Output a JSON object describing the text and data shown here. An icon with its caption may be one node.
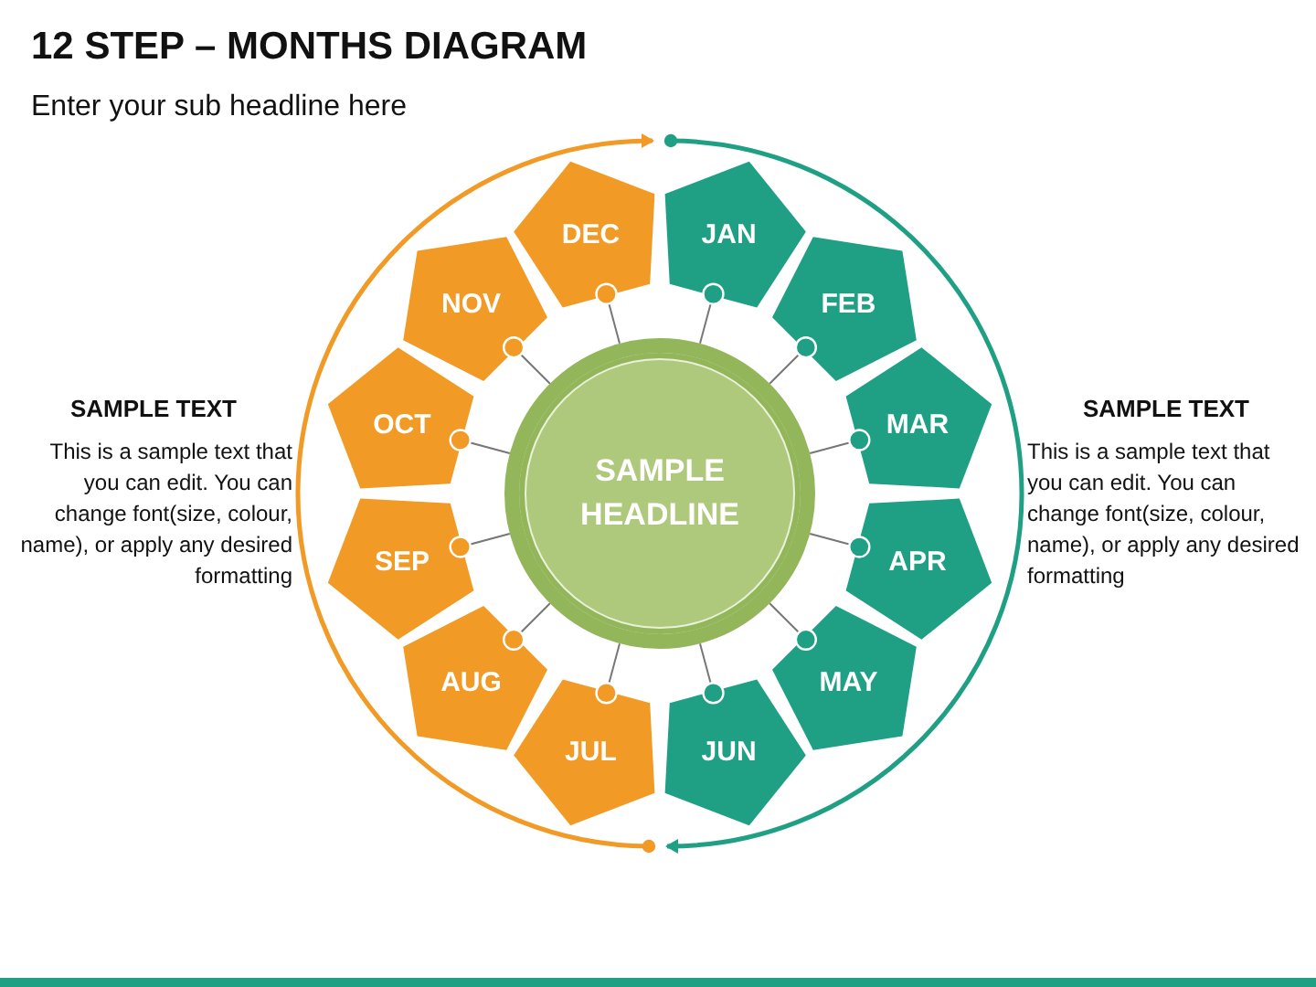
{
  "diagram": {
    "title": "12 STEP – MONTHS DIAGRAM",
    "caption": "Enter your sub headline here",
    "nodes": [
      {
        "text": [
          "SAMPLE HEADLINE"
        ]
      },
      {
        "text": [
          "JAN"
        ]
      },
      {
        "text": [
          "FEB"
        ]
      },
      {
        "text": [
          "MAR"
        ]
      },
      {
        "text": [
          "APR"
        ]
      },
      {
        "text": [
          "MAY"
        ]
      },
      {
        "text": [
          "JUN"
        ]
      },
      {
        "text": [
          "JUL"
        ]
      },
      {
        "text": [
          "AUG"
        ]
      },
      {
        "text": [
          "SEP"
        ]
      },
      {
        "text": [
          "OCT"
        ]
      },
      {
        "text": [
          "NOV"
        ]
      },
      {
        "text": [
          "DEC"
        ]
      }
    ],
    "edges": [
      {
        "from": 0,
        "to": 1,
        "arrow": "other"
      },
      {
        "from": 0,
        "to": 2,
        "arrow": "other"
      },
      {
        "from": 0,
        "to": 3,
        "arrow": "other"
      },
      {
        "from": 0,
        "to": 4,
        "arrow": "other"
      },
      {
        "from": 0,
        "to": 5,
        "arrow": "other"
      },
      {
        "from": 0,
        "to": 6,
        "arrow": "other"
      },
      {
        "from": 0,
        "to": 7,
        "arrow": "other"
      },
      {
        "from": 0,
        "to": 8,
        "arrow": "other"
      },
      {
        "from": 0,
        "to": 9,
        "arrow": "other"
      },
      {
        "from": 0,
        "to": 10,
        "arrow": "other"
      },
      {
        "from": 0,
        "to": 11,
        "arrow": "other"
      },
      {
        "from": 0,
        "to": 12,
        "arrow": "other"
      }
    ],
    "labels": [
      "SAMPLE TEXT",
      "This is a sample text that you can edit. You can change font(size, colour, name), or apply any desired formatting",
      "SAMPLE TEXT",
      "This is a sample text that you can edit. You can change font(size, colour, name), or apply any desired formatting"
    ]
  }
}
